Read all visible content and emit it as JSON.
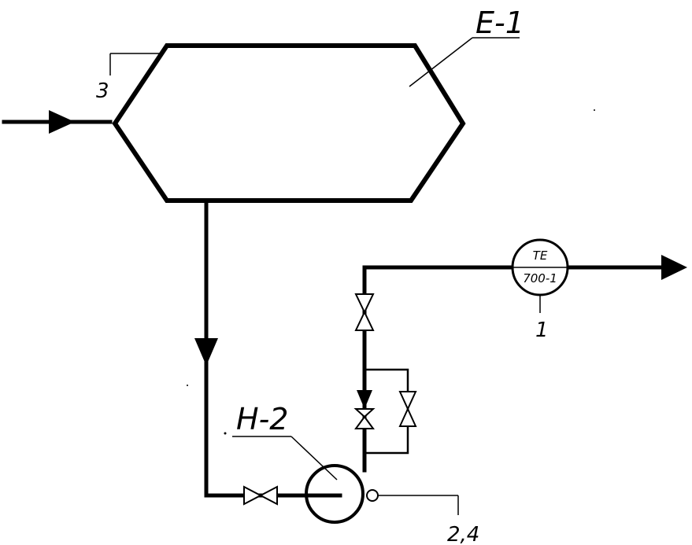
{
  "labels": {
    "tank_tag": "E-1",
    "tank_callout": "3",
    "pump_tag": "H-2",
    "pump_callout": "2,4",
    "instrument_type": "TE",
    "instrument_tag": "700-1",
    "instrument_callout": "1"
  }
}
